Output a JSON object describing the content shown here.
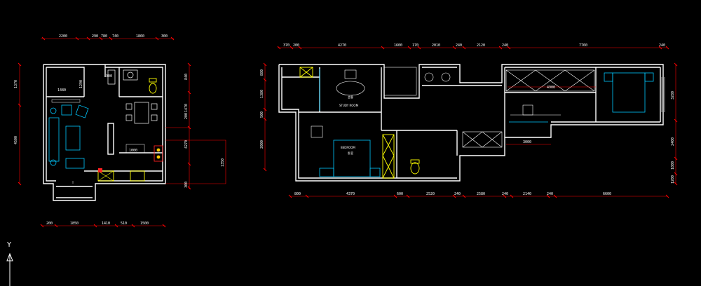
{
  "colors": {
    "background": "#000000",
    "wall": "#ffffff",
    "dimension": "#ff0000",
    "furniture": "#00c8ff",
    "fixture": "#ffff00",
    "accent": "#ff2020"
  },
  "left_plan": {
    "top_dims": [
      "2200",
      "290",
      "780",
      "740",
      "1860",
      "300"
    ],
    "left_dims": [
      "1370",
      "4500"
    ],
    "right_dims": [
      "840",
      "1470",
      "200",
      "4270",
      "300"
    ],
    "bottom_dims": [
      "200",
      "1850",
      "1410",
      "510",
      "1500"
    ],
    "inner_dims": [
      "1480",
      "1290",
      "900",
      "1350",
      "1000"
    ]
  },
  "right_plan": {
    "top_dims": [
      "370",
      "200",
      "4270",
      "1600",
      "170",
      "2010",
      "240",
      "2120",
      "240",
      "7760",
      "240"
    ],
    "left_dims": [
      "880",
      "1380",
      "500",
      "2000"
    ],
    "right_dims": [
      "3280",
      "2400",
      "1800",
      "1200"
    ],
    "bottom_dims": [
      "800",
      "4370",
      "600",
      "2520",
      "240",
      "2580",
      "240",
      "2140",
      "240",
      "6600"
    ],
    "inner_dims": [
      "4900",
      "3000"
    ],
    "labels": [
      "会客",
      "STUDY ROOM",
      "BEDROOM",
      "卧室"
    ]
  },
  "axis": {
    "y_label": "Y"
  }
}
